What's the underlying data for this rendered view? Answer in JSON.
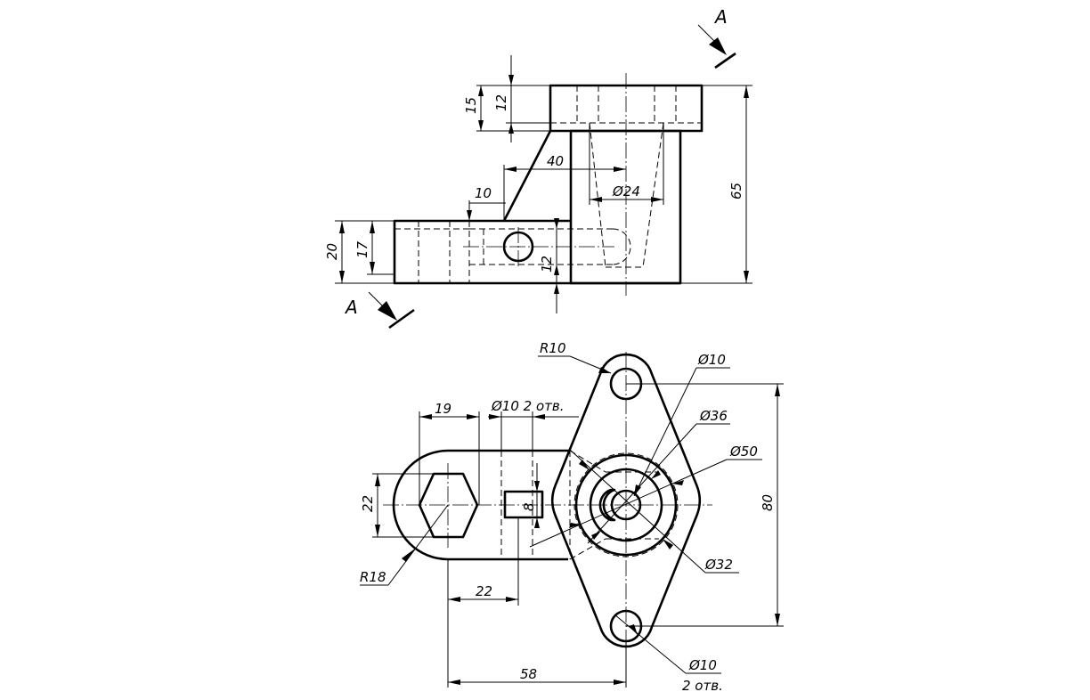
{
  "section_marks": {
    "top": "A",
    "bottom": "A"
  },
  "front_view": {
    "dim_15": "15",
    "dim_12_top": "12",
    "dim_65": "65",
    "dim_40": "40",
    "dim_d24": "Ø24",
    "dim_10": "10",
    "dim_20": "20",
    "dim_17": "17",
    "dim_12_slot": "12"
  },
  "top_view": {
    "dim_r10": "R10",
    "dim_d10_top": "Ø10",
    "dim_d36": "Ø36",
    "dim_d50": "Ø50",
    "dim_d32": "Ø32",
    "dim_19": "19",
    "dim_d10_2holes": "Ø10 2 отв.",
    "dim_22_left": "22",
    "dim_8": "8",
    "dim_r18": "R18",
    "dim_22_bottom": "22",
    "dim_58": "58",
    "dim_80": "80",
    "dim_d10_bottom": "Ø10",
    "dim_2_holes": "2 отв."
  }
}
